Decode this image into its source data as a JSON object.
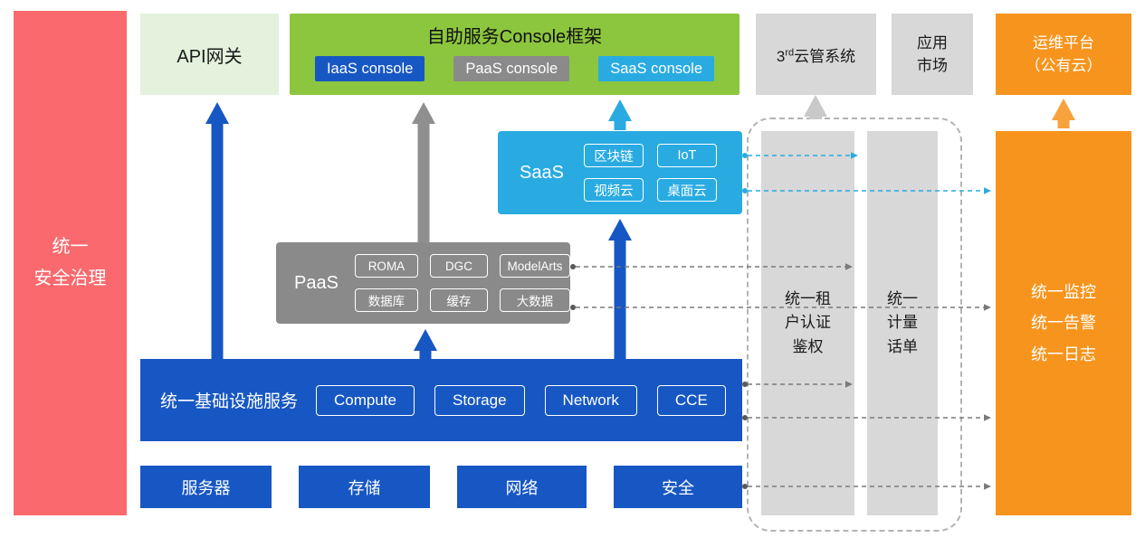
{
  "security_bar": {
    "lines": [
      "统一",
      "安全治理"
    ]
  },
  "api_gateway": {
    "label": "API网关"
  },
  "console_framework": {
    "title": "自助服务Console框架",
    "consoles": [
      "IaaS console",
      "PaaS console",
      "SaaS console"
    ]
  },
  "third_party_cloud": {
    "num": "3",
    "sup": "rd",
    "rest": "云管系统"
  },
  "app_market": {
    "lines": [
      "应用",
      "市场"
    ]
  },
  "ops_platform": {
    "lines": [
      "运维平台",
      "（公有云）"
    ]
  },
  "saas": {
    "label": "SaaS",
    "items": [
      "区块链",
      "IoT",
      "视频云",
      "桌面云"
    ]
  },
  "paas": {
    "label": "PaaS",
    "items": [
      "ROMA",
      "DGC",
      "ModelArts",
      "数据库",
      "缓存",
      "大数据"
    ]
  },
  "infrastructure": {
    "label": "统一基础设施服务",
    "items": [
      "Compute",
      "Storage",
      "Network",
      "CCE"
    ]
  },
  "hardware": {
    "items": [
      "服务器",
      "存储",
      "网络",
      "安全"
    ]
  },
  "auth_bar": {
    "lines": [
      "统一租",
      "户认证",
      "鉴权"
    ]
  },
  "metering_bar": {
    "lines": [
      "统一",
      "计量",
      "话单"
    ]
  },
  "monitoring_bar": {
    "lines": [
      "统一监控",
      "统一告警",
      "统一日志"
    ]
  },
  "colors": {
    "red": "#f9696d",
    "pale_green": "#e3f1dd",
    "green": "#8cc63e",
    "blue": "#1757c3",
    "gray": "#8a8a8a",
    "light_gray": "#d8d8d8",
    "cyan": "#29abe2",
    "orange": "#f7941d"
  }
}
